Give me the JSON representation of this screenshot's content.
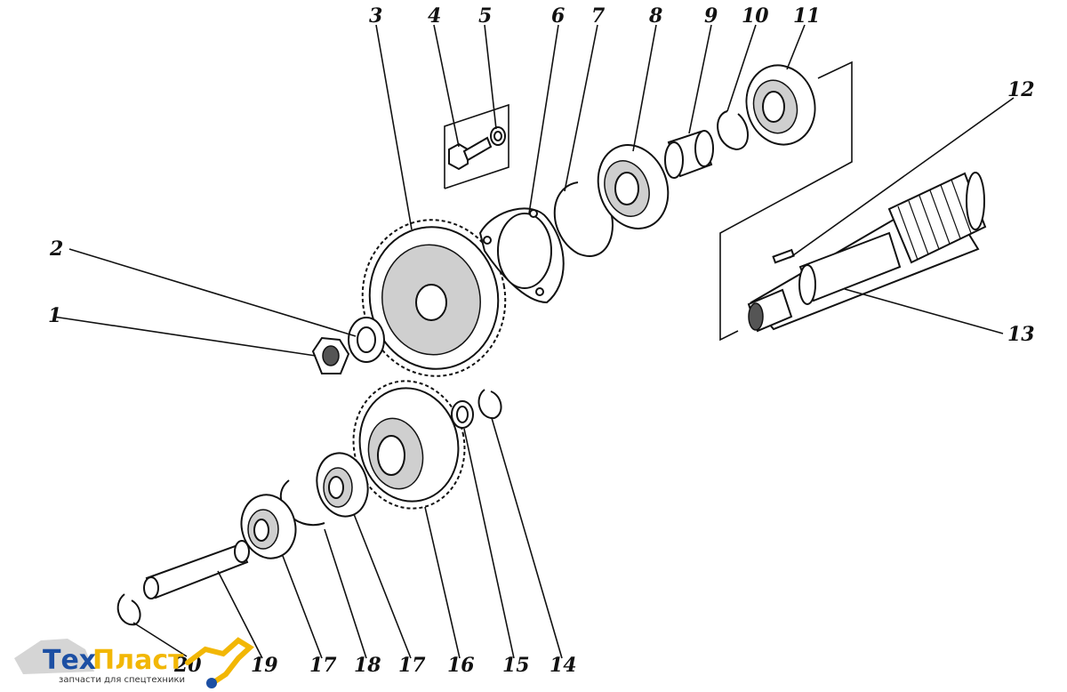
{
  "labels": {
    "l1": "1",
    "l2": "2",
    "l3": "3",
    "l4": "4",
    "l5": "5",
    "l6": "6",
    "l7": "7",
    "l8": "8",
    "l9": "9",
    "l10": "10",
    "l11": "11",
    "l12": "12",
    "l13": "13",
    "l14": "14",
    "l15": "15",
    "l16": "16",
    "l17a": "17",
    "l17b": "17",
    "l18": "18",
    "l19": "19",
    "l20": "20"
  },
  "logo": {
    "name_part1": "Тех",
    "name_part2": "Пласт",
    "tagline": "запчасти для спецтехники",
    "colors": {
      "blue": "#1c4fa3",
      "gold": "#f2b705"
    }
  }
}
